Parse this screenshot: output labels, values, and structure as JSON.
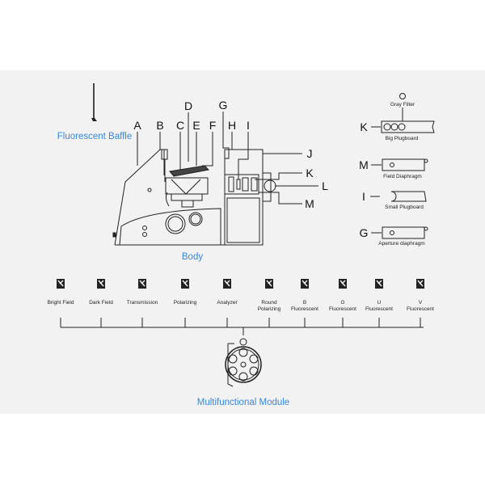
{
  "titles": {
    "baffle": "Fluorescent Baffle",
    "body": "Body",
    "module": "Multifunctional Module"
  },
  "body_labels": [
    "A",
    "B",
    "C",
    "D",
    "E",
    "F",
    "G",
    "H",
    "I",
    "J",
    "K",
    "L",
    "M"
  ],
  "accessories": [
    {
      "letter": "K",
      "name": "Big Plugboard",
      "extra": "Gray Filter"
    },
    {
      "letter": "M",
      "name": "Field Diaphragm"
    },
    {
      "letter": "I",
      "name": "Small Plugboard"
    },
    {
      "letter": "G",
      "name": "Aperture diaphragm"
    }
  ],
  "filters": [
    {
      "line1": "Bright Field",
      "line2": ""
    },
    {
      "line1": "Dark Field",
      "line2": ""
    },
    {
      "line1": "Transmission",
      "line2": ""
    },
    {
      "line1": "Polarizing",
      "line2": ""
    },
    {
      "line1": "Analyzer",
      "line2": ""
    },
    {
      "line1": "Round",
      "line2": "Polarizing"
    },
    {
      "line1": "B",
      "line2": "Fluorescent"
    },
    {
      "line1": "G",
      "line2": "Fluorescent"
    },
    {
      "line1": "U",
      "line2": "Fluorescent"
    },
    {
      "line1": "V",
      "line2": "Fluorescent"
    }
  ],
  "colors": {
    "accent": "#3a86e0",
    "panel": "#f2f2f2"
  }
}
